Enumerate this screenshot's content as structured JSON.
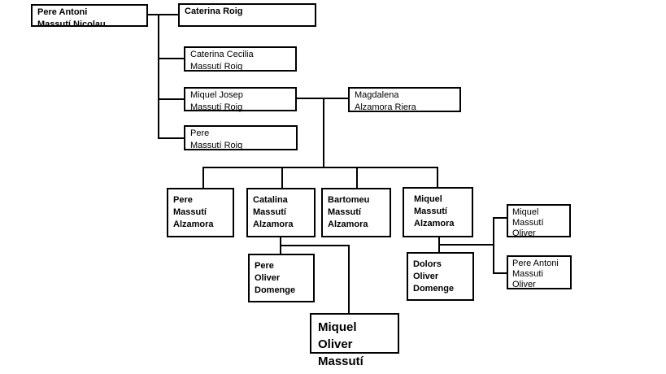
{
  "diagram": {
    "type": "family-tree",
    "background_color": "#ffffff",
    "line_color": "#000000",
    "nodes": {
      "pere_antoni_massuti_nicolau": {
        "name": "Pere Antoni\nMassutí Nicolau"
      },
      "caterina_roig": {
        "name": "Caterina Roig"
      },
      "caterina_cecilia_massuti_roig": {
        "name": "Caterina Cecilia\nMassutí Roig"
      },
      "miquel_josep_massuti_roig": {
        "name": "Miquel Josep\nMassutí Roig"
      },
      "pere_massuti_roig": {
        "name": "Pere\nMassutí Roig"
      },
      "magdalena_alzamora_riera": {
        "name": "Magdalena\nAlzamora Riera"
      },
      "pere_massuti_alzamora": {
        "name": "Pere\nMassutí\nAlzamora"
      },
      "catalina_massuti_alzamora": {
        "name": "Catalina\nMassutí\nAlzamora"
      },
      "bartomeu_massuti_alzamora": {
        "name": "Bartomeu\nMassutí\nAlzamora"
      },
      "miquel_massuti_alzamora": {
        "name": "Miquel\nMassutí\nAlzamora"
      },
      "pere_oliver_domenge": {
        "name": "Pere\nOliver\nDomenge"
      },
      "dolors_oliver_domenge": {
        "name": "Dolors\nOliver\nDomenge"
      },
      "miquel_massuti_oliver": {
        "name": "Miquel\nMassutí\nOliver"
      },
      "pere_antoni_massuti_oliver": {
        "name": "Pere Antoni\nMassuti\nOliver"
      },
      "miquel_oliver_massuti": {
        "name": "Miquel Oliver\nMassutí"
      }
    },
    "relationships": [
      {
        "couple": [
          "pere_antoni_massuti_nicolau",
          "caterina_roig"
        ],
        "children": [
          "caterina_cecilia_massuti_roig",
          "miquel_josep_massuti_roig",
          "pere_massuti_roig"
        ]
      },
      {
        "couple": [
          "miquel_josep_massuti_roig",
          "magdalena_alzamora_riera"
        ],
        "children": [
          "pere_massuti_alzamora",
          "catalina_massuti_alzamora",
          "bartomeu_massuti_alzamora",
          "miquel_massuti_alzamora"
        ]
      },
      {
        "couple": [
          "catalina_massuti_alzamora",
          "pere_oliver_domenge"
        ],
        "children": [
          "miquel_oliver_massuti"
        ]
      },
      {
        "couple": [
          "miquel_massuti_alzamora",
          "dolors_oliver_domenge"
        ],
        "children": [
          "miquel_massuti_oliver",
          "pere_antoni_massuti_oliver"
        ]
      }
    ]
  }
}
